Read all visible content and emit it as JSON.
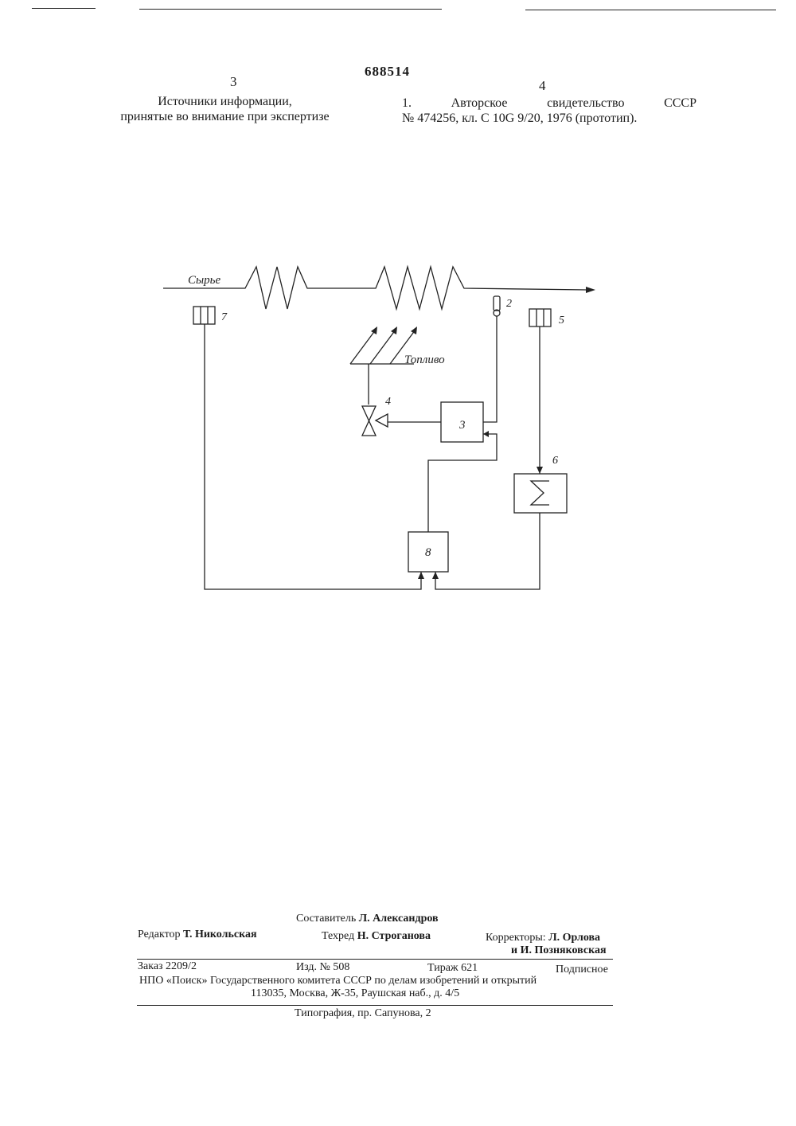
{
  "header": {
    "patent_number": "688514",
    "left_column_number": "3",
    "right_column_number": "4",
    "sources_line1": "Источники информации,",
    "sources_line2": "принятые во внимание при экспертизе",
    "reference_num": "1.",
    "reference_word1": "Авторское",
    "reference_word2": "свидетельство",
    "reference_word3": "СССР",
    "reference_line2": "№ 474256, кл. С 10G 9/20, 1976 (прототип)."
  },
  "diagram": {
    "feed_label": "Сырье",
    "fuel_label": "Топливо",
    "labels": {
      "n2": "2",
      "n3": "3",
      "n4": "4",
      "n5": "5",
      "n6": "6",
      "n7": "7",
      "n8": "8"
    }
  },
  "footer": {
    "compiler_role": "Составитель",
    "compiler_name": "Л. Александров",
    "editor_role": "Редактор",
    "editor_name": "Т. Никольская",
    "techred_role": "Техред",
    "techred_name": "Н. Строганова",
    "correctors_role": "Корректоры:",
    "corrector1": "Л. Орлова",
    "corrector2": "и И. Позняковская",
    "order": "Заказ 2209/2",
    "edition": "Изд. № 508",
    "circulation": "Тираж 621",
    "subscription": "Подписное",
    "org_line": "НПО «Поиск» Государственного комитета СССР по делам изобретений и открытий",
    "address_line": "113035, Москва, Ж-35, Раушская наб., д. 4/5",
    "printing": "Типография, пр. Сапунова, 2"
  }
}
